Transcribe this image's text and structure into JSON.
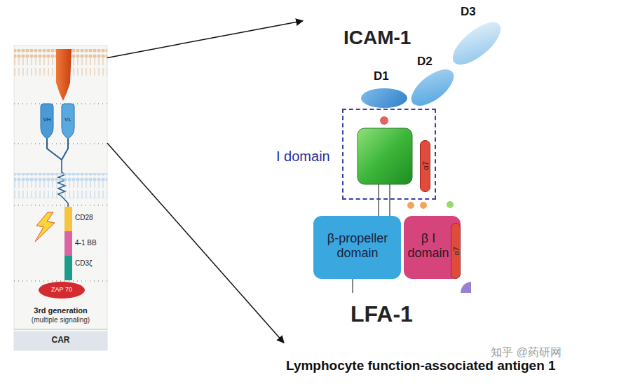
{
  "diagram": {
    "nodes": [
      {
        "text": [
          "3rd generation",
          "(multiple signaling)"
        ]
      },
      {
        "text": [
          "VH"
        ],
        "in": 0
      },
      {
        "text": [
          "VL"
        ],
        "in": 0
      },
      {
        "text": [
          "CD28"
        ],
        "in": 0
      },
      {
        "text": [
          "4-1 BB"
        ],
        "in": 0
      },
      {
        "text": [
          "CD3ζ"
        ],
        "in": 0
      },
      {
        "text": [
          "ZAP 70"
        ],
        "in": 0
      },
      {
        "text": [
          "CAR"
        ],
        "in": 0
      },
      {
        "text": [
          "ICAM-1"
        ]
      },
      {
        "text": [
          "D1"
        ],
        "in": 8
      },
      {
        "text": [
          "D2"
        ],
        "in": 8
      },
      {
        "text": [
          "D3"
        ],
        "in": 8
      },
      {
        "text": [
          "LFA-1",
          "Lymphocyte function-associated antigen 1"
        ]
      },
      {
        "text": [
          "I domain"
        ],
        "in": 12
      },
      {
        "text": [
          "α7"
        ],
        "in": 13
      },
      {
        "text": [
          "β-propeller domain"
        ],
        "in": 12
      },
      {
        "text": [
          "β I domain"
        ],
        "in": 12
      },
      {
        "text": [
          "α7"
        ],
        "in": 16
      }
    ],
    "edges": [
      {
        "from": 0,
        "to": 8,
        "arrow": "to"
      },
      {
        "from": 0,
        "to": 12,
        "arrow": "to"
      }
    ],
    "labels": [
      "知乎 @药研网"
    ]
  }
}
